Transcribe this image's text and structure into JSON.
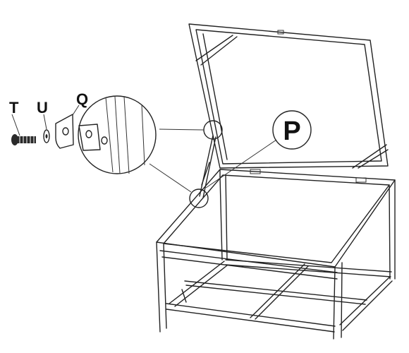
{
  "labels": {
    "T": "T",
    "U": "U",
    "Q": "Q",
    "P": "P"
  },
  "colors": {
    "line": "#222222",
    "fill_dark": "#2a2a2a",
    "background": "#ffffff"
  }
}
